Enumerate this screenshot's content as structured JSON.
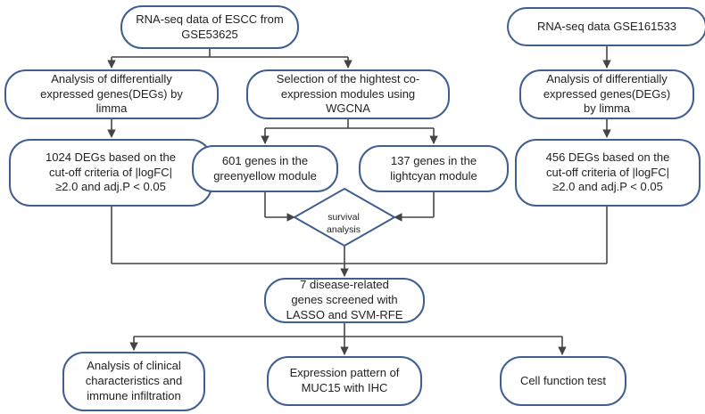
{
  "nodes": {
    "rna_gse53625": "RNA-seq data  of ESCC from\nGSE53625",
    "rna_gse161533": "RNA-seq data GSE161533",
    "deg_left": "Analysis of differentially\nexpressed genes(DEGs) by\nlimma",
    "wgcna": "Selection of the hightest co-\nexpression modules using\nWGCNA",
    "deg_right": "Analysis of differentially\nexpressed genes(DEGs)\nby limma",
    "degs_1024": "1024 DEGs based on the\ncut-off criteria of |logFC|\n≥2.0 and adj.P < 0.05",
    "greenyellow": "601 genes in the\ngreenyellow module",
    "lightcyan": "137 genes in the\nlightcyan module",
    "degs_456": "456 DEGs based on the\ncut-off criteria of |logFC|\n≥2.0 and adj.P < 0.05",
    "survival": "survival\nanalysis",
    "lasso": "7 disease-related\ngenes screened with\nLASSO and SVM-RFE",
    "clinical": "Analysis of clinical\ncharacteristics and\nimmune infiltration",
    "muc15": "Expression pattern of\nMUC15 with IHC",
    "cell_function": "Cell function test"
  },
  "colors": {
    "border": "#3f5e92",
    "line": "#444444"
  }
}
